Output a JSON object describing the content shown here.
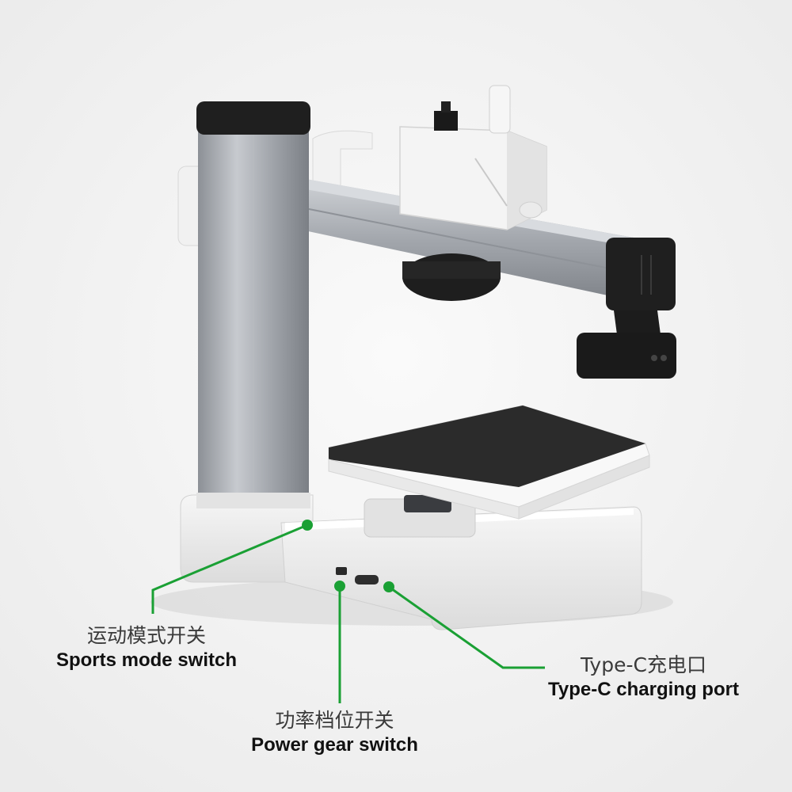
{
  "annotations": {
    "sports_mode": {
      "zh": "运动模式开关",
      "en": "Sports mode switch"
    },
    "power_gear": {
      "zh": "功率档位开关",
      "en": "Power gear switch"
    },
    "type_c_port": {
      "zh": "Type-C充电口",
      "en": "Type-C charging port"
    }
  },
  "colors": {
    "callout_line": "#1aa034",
    "callout_dot": "#1aa034",
    "background": "#f4f4f4",
    "frame_silver": "#a9acb2",
    "base_white": "#ececec",
    "plate_black": "#2a2a2a",
    "cap_black": "#1e1e1e"
  },
  "icons": [
    "printer-device-illustration"
  ]
}
